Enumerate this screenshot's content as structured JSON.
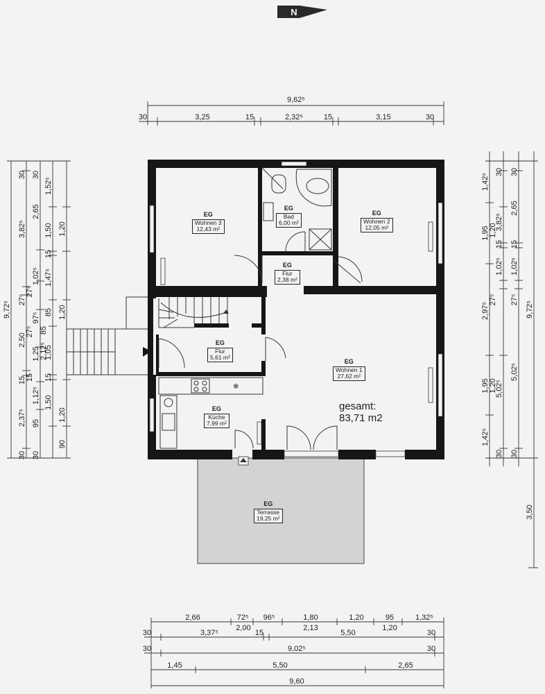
{
  "north_label": "N",
  "total": {
    "label": "gesamt:",
    "value": "83,71 m2"
  },
  "rooms": [
    {
      "name": "Wohnen 3",
      "area": "12,43 m²",
      "floor": "EG"
    },
    {
      "name": "Bad",
      "area": "6,00 m²",
      "floor": "EG"
    },
    {
      "name": "Wohnen 2",
      "area": "12,05 m²",
      "floor": "EG"
    },
    {
      "name": "Flur",
      "area": "2,38 m²",
      "floor": "EG"
    },
    {
      "name": "Flur",
      "area": "5,61 m²",
      "floor": "EG"
    },
    {
      "name": "Wohnen 1",
      "area": "27,62 m²",
      "floor": "EG"
    },
    {
      "name": "Küche",
      "area": "7,99 m²",
      "floor": "EG"
    },
    {
      "name": "Terrasse",
      "area": "19,25 m²",
      "floor": "EG"
    }
  ],
  "dimensions": {
    "top_row1": [
      "9,62⁵"
    ],
    "top_row2": [
      "30",
      "3,25",
      "15",
      "2,32⁵",
      "15",
      "3,15",
      "30"
    ],
    "bottom_row1": [
      "2,66",
      "72⁵",
      "96⁵",
      "1,80",
      "1,20",
      "95",
      "1,32⁵"
    ],
    "bottom_row1b": [
      "2,00",
      "2,13",
      "1,20"
    ],
    "bottom_row2": [
      "30",
      "3,37⁵",
      "15",
      "5,50",
      "30"
    ],
    "bottom_row3": [
      "30",
      "9,02⁵",
      "30"
    ],
    "bottom_row4": [
      "1,45",
      "5,50",
      "2,65"
    ],
    "bottom_row5": [
      "9,60"
    ],
    "left_col1": [
      "9,72⁵"
    ],
    "left_col2": [
      "30",
      "3,82⁵",
      "27⁵",
      "2,50",
      "15",
      "2,37⁵",
      "30"
    ],
    "left_col3": [
      "2,65",
      "1,02⁵",
      "97⁵",
      "1,25",
      "1,12⁵",
      "95"
    ],
    "left_col3b": [
      "27⁵",
      "27⁵",
      "15"
    ],
    "left_col4": [
      "1,52⁵",
      "1,50",
      "15",
      "1,47⁵",
      "85",
      "2,12⁵",
      "15",
      "1,50"
    ],
    "left_col4b": [
      "1,05",
      "85"
    ],
    "left_col5": [
      "1,20",
      "1,20",
      "1,20",
      "90"
    ],
    "right_col1": [
      "1,42⁵",
      "1,95",
      "2,97⁵",
      "1,95",
      "1,42⁵"
    ],
    "right_col2": [
      "30",
      "1,20",
      "15",
      "1,02⁵",
      "27⁵",
      "1,20",
      "30"
    ],
    "right_col2b": [
      "3,82⁵",
      "5,02⁵"
    ],
    "right_col3": [
      "30",
      "2,65",
      "15",
      "1,02⁵",
      "27⁵",
      "5,02⁵",
      "30"
    ],
    "right_col4": [
      "9,72⁵",
      "3,50"
    ]
  }
}
